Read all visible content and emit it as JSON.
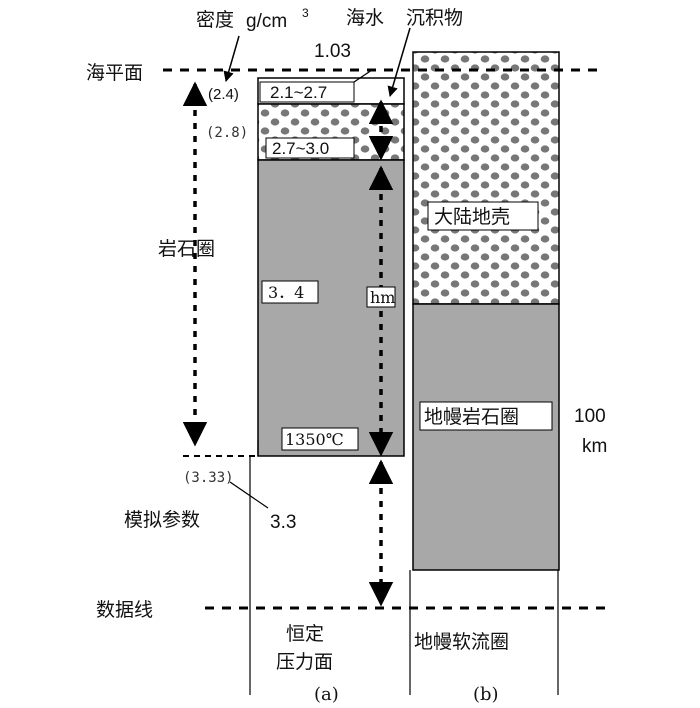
{
  "labels": {
    "density": "密度",
    "density_unit": "g/cm",
    "density_unit_sup": "3",
    "seawater": "海水",
    "sediment": "沉积物",
    "sea_level": "海平面",
    "seawater_density": "1.03",
    "lithosphere": "岩石圈",
    "sim_params": "模拟参数",
    "sim_value": "3.3",
    "datum_line": "数据线",
    "constant_pressure_1": "恒定",
    "constant_pressure_2": "压力面",
    "asthenosphere": "地幔软流圈",
    "thickness_1": "100",
    "thickness_2": "km",
    "caption_a": "(a)",
    "caption_b": "(b)"
  },
  "column_a": {
    "top_density": "(2.4)",
    "sediment_range": "2.1~2.7",
    "crust_density_paren": "(2.8)",
    "crust_range": "2.7~3.0",
    "mantle_density": "3．4",
    "hm_label": "hm",
    "temperature": "1350℃",
    "base_density_paren": "(3.33)"
  },
  "column_b": {
    "continental_crust": "大陆地壳",
    "mantle_lithosphere": "地幔岩石圈"
  },
  "colors": {
    "mantle_fill": "#a8a8a8",
    "crust_dots": "#7a7a7a",
    "line": "#000000"
  }
}
